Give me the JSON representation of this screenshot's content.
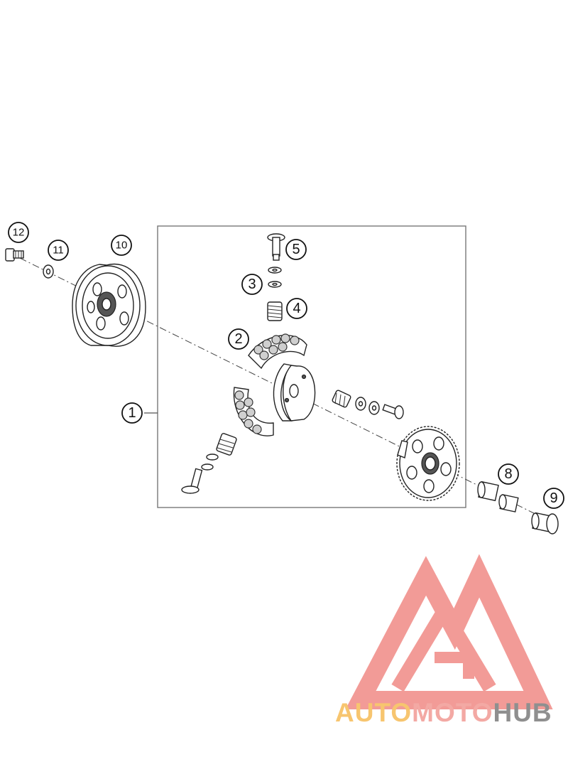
{
  "callouts": [
    {
      "id": "1",
      "label": "1"
    },
    {
      "id": "2",
      "label": "2"
    },
    {
      "id": "3",
      "label": "3"
    },
    {
      "id": "4",
      "label": "4"
    },
    {
      "id": "5",
      "label": "5"
    },
    {
      "id": "8",
      "label": "8"
    },
    {
      "id": "9",
      "label": "9"
    },
    {
      "id": "10",
      "label": "10"
    },
    {
      "id": "11",
      "label": "11"
    },
    {
      "id": "12",
      "label": "12"
    }
  ],
  "watermark": {
    "part1": "AUTO",
    "part2": "MOTO",
    "part3": "HUB",
    "colors": {
      "auto": "#f7c56f",
      "moto": "#f3a9a4",
      "hub": "#8f8f8f",
      "triangle": "#f08a85"
    }
  }
}
